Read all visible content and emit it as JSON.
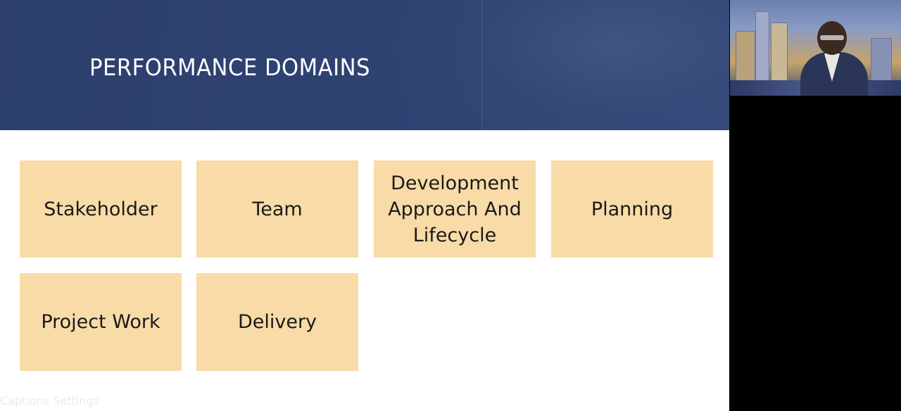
{
  "slide": {
    "title": "PERFORMANCE DOMAINS",
    "tiles": [
      {
        "lines": [
          "Stakeholder"
        ]
      },
      {
        "lines": [
          "Team"
        ]
      },
      {
        "lines": [
          "Development",
          "Approach And",
          "Lifecycle"
        ]
      },
      {
        "lines": [
          "Planning"
        ]
      },
      {
        "lines": [
          "Project Work"
        ]
      },
      {
        "lines": [
          "Delivery"
        ]
      }
    ],
    "caption": "Captions Settings"
  },
  "colors": {
    "banner": "#2f4373",
    "tile": "#f8dba7",
    "tile_text": "#1a1a1a",
    "title_text": "#ffffff",
    "side_panel": "#000000"
  }
}
